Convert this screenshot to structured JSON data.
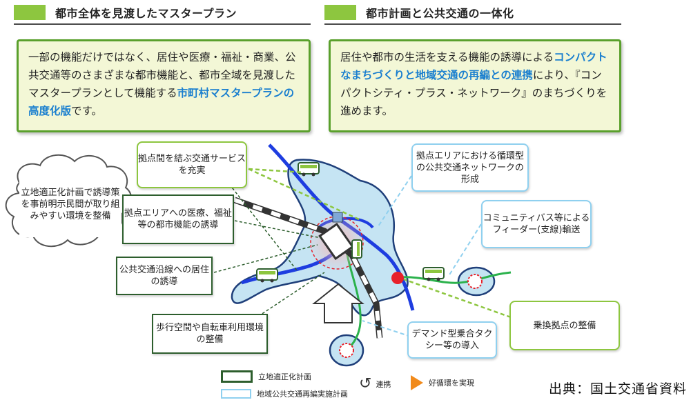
{
  "headers": {
    "left": "都市全体を見渡したマスタープラン",
    "right": "都市計画と公共交通の一体化"
  },
  "left_box": {
    "pre": "一部の機能だけではなく、居住や医療・福祉・商業、公共交通等のさまざまな都市機能と、都市全域を見渡したマスタープランとして機能する",
    "highlight": "市町村マスタープランの高度化版",
    "post": "です。"
  },
  "right_box": {
    "pre": "居住や都市の生活を支える機能の誘導による",
    "highlight": "コンパクトなまちづくりと地域交通の再編との連携",
    "post": "により、『コンパクトシティ・プラス・ネットワーク』のまちづくりを進めます。"
  },
  "callouts": {
    "cloud": "立地適正化計画で誘導策を事前明示民間が取り組みやすい環境を整備",
    "kyoten_link": "拠点間を結ぶ交通サービスを充実",
    "medical": "拠点エリアへの医療、福祉等の都市機能の誘導",
    "residence": "公共交通沿線への居住の誘導",
    "walk": "歩行空間や自転車利用環境の整備",
    "loop": "拠点エリアにおける循環型の公共交通ネットワークの形成",
    "feeder": "コミュニティバス等によるフィーダー(支線)輸送",
    "transfer": "乗換拠点の整備",
    "demand": "デマンド型乗合タクシー等の導入"
  },
  "legend": {
    "plan": "立地適正化計画",
    "transport": "地域公共交通再編実施計画",
    "link": "連携",
    "cycle": "好循環を実現"
  },
  "source": "出典：国土交通省資料",
  "colors": {
    "green_accent": "#8dc63f",
    "box_border": "#5aa02c",
    "box_fill": "#f3f7d6",
    "blue_text": "#1a7fcf",
    "light_blue": "#8fd0ef",
    "dark_green": "#2d5e2d",
    "city_fill": "#c5e4f3",
    "city_edge": "#1f3f7a",
    "rail_blue": "#1e3de0",
    "route_green": "#2bb24c",
    "orange": "#f18a1b",
    "hub_red": "#e8212a"
  }
}
